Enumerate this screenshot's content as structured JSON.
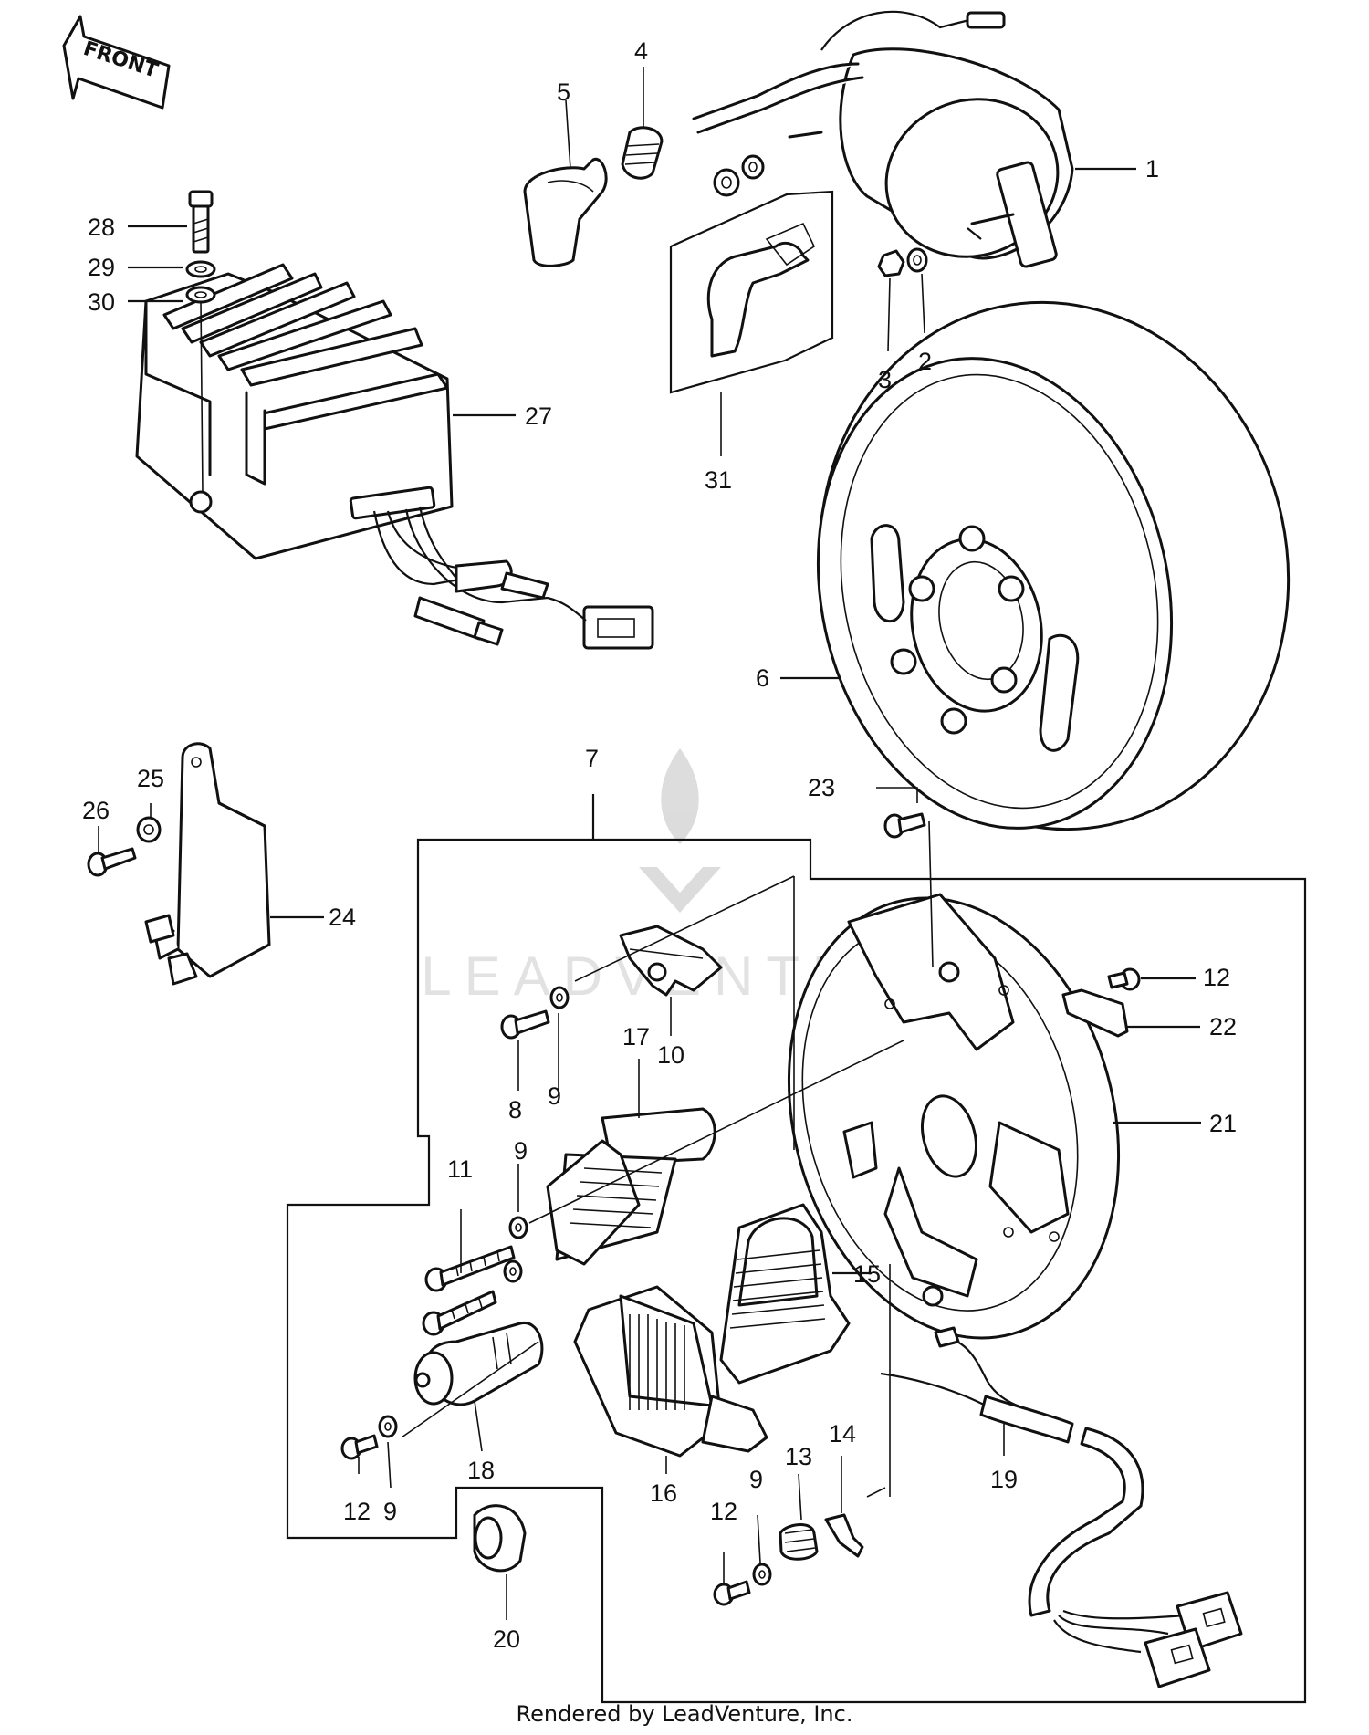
{
  "front_arrow_label": "FRONT",
  "credit": "Rendered by LeadVenture, Inc.",
  "watermark": "LEADVENTURE",
  "callouts": {
    "c1": "1",
    "c2": "2",
    "c3": "3",
    "c4": "4",
    "c5": "5",
    "c6": "6",
    "c7": "7",
    "c8": "8",
    "c9a": "9",
    "c9b": "9",
    "c9c": "9",
    "c9d": "9",
    "c10": "10",
    "c11": "11",
    "c12a": "12",
    "c12b": "12",
    "c12c": "12",
    "c13": "13",
    "c14": "14",
    "c15": "15",
    "c16": "16",
    "c17": "17",
    "c18": "18",
    "c19": "19",
    "c20": "20",
    "c21": "21",
    "c22": "22",
    "c23": "23",
    "c24": "24",
    "c25": "25",
    "c26": "26",
    "c27": "27",
    "c28": "28",
    "c29": "29",
    "c30": "30",
    "c31": "31"
  }
}
